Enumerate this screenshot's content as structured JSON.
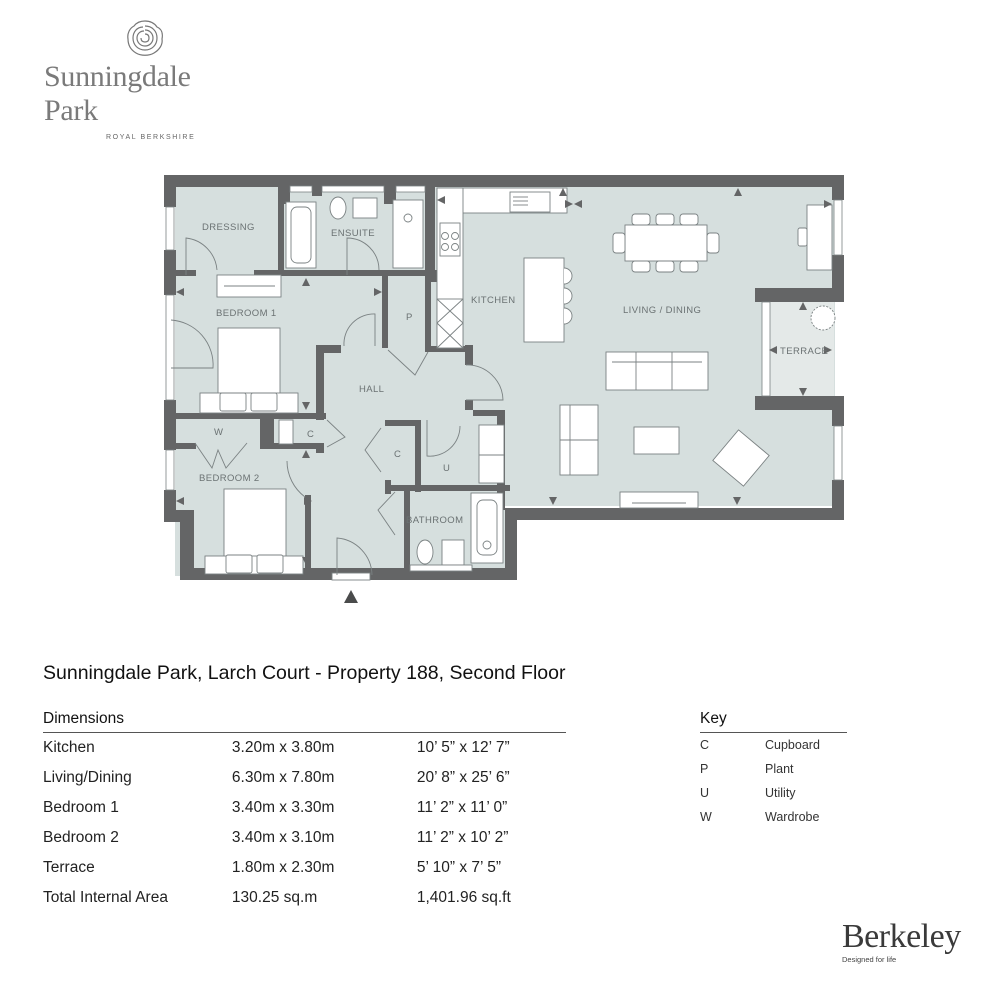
{
  "brand": {
    "logo_icon": "rose-icon",
    "name": "Sunningdale Park",
    "subtitle": "ROYAL BERKSHIRE"
  },
  "floorplan": {
    "rooms": {
      "dressing": "DRESSING",
      "ensuite": "ENSUITE",
      "bedroom1": "BEDROOM 1",
      "plant": "P",
      "kitchen": "KITCHEN",
      "living_dining": "LIVING / DINING",
      "terrace": "TERRACE",
      "hall": "HALL",
      "wardrobe": "W",
      "cupboard1": "C",
      "cupboard2": "C",
      "utility": "U",
      "bedroom2": "BEDROOM 2",
      "bathroom": "BATHROOM"
    },
    "colors": {
      "wall": "#646566",
      "floor": "#d6dfde",
      "terrace_floor": "#e4e9e8",
      "fixture": "#ffffff",
      "line": "#7b8283"
    },
    "entrance_marker": "entrance-arrow-icon"
  },
  "title": "Sunningdale Park, Larch Court - Property 188, Second Floor",
  "dimensions": {
    "heading": "Dimensions",
    "rows": [
      {
        "room": "Kitchen",
        "metric": "3.20m x 3.80m",
        "imperial": "10’ 5” x 12’ 7”"
      },
      {
        "room": "Living/Dining",
        "metric": "6.30m x 7.80m",
        "imperial": "20’ 8” x 25’ 6”"
      },
      {
        "room": "Bedroom 1",
        "metric": "3.40m x 3.30m",
        "imperial": "11’ 2” x 11’ 0”"
      },
      {
        "room": "Bedroom 2",
        "metric": "3.40m x 3.10m",
        "imperial": "11’ 2” x 10’ 2”"
      },
      {
        "room": "Terrace",
        "metric": "1.80m x 2.30m",
        "imperial": "5’ 10” x 7’ 5”"
      },
      {
        "room": "Total Internal Area",
        "metric": "130.25 sq.m",
        "imperial": "1,401.96 sq.ft"
      }
    ]
  },
  "key": {
    "heading": "Key",
    "items": [
      {
        "code": "C",
        "label": "Cupboard"
      },
      {
        "code": "P",
        "label": "Plant"
      },
      {
        "code": "U",
        "label": "Utility"
      },
      {
        "code": "W",
        "label": "Wardrobe"
      }
    ]
  },
  "developer": {
    "name": "Berkeley",
    "tagline": "Designed for life"
  }
}
